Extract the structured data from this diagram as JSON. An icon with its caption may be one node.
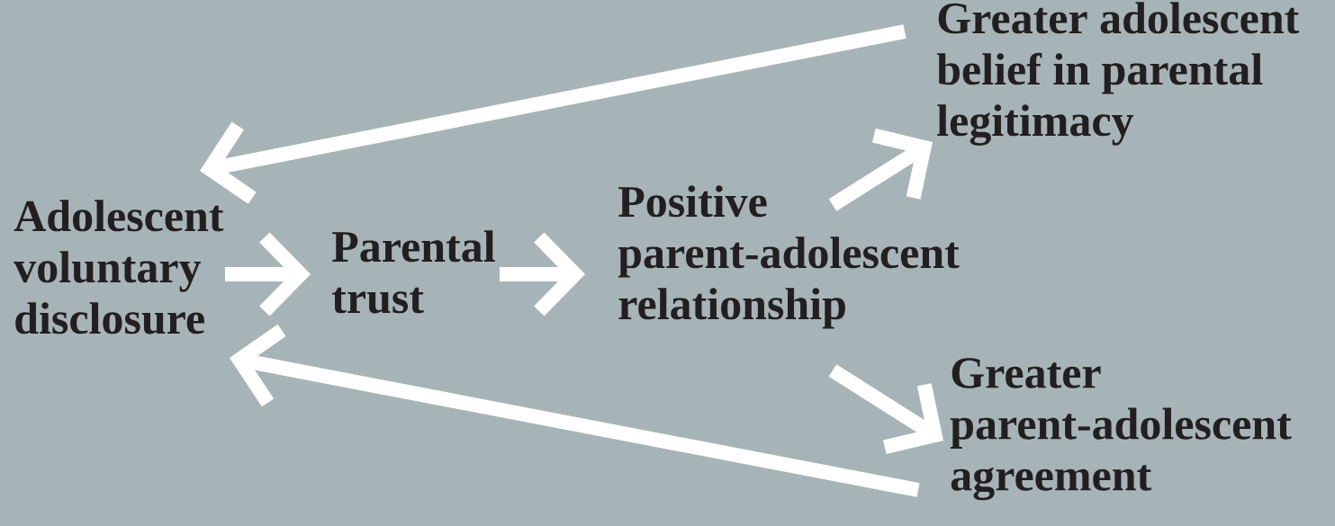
{
  "diagram": {
    "nodes": [
      {
        "text": [
          "Adolescent voluntary disclosure"
        ]
      },
      {
        "text": [
          "Parental trust"
        ]
      },
      {
        "text": [
          "Positive parent-adolescent relationship"
        ]
      },
      {
        "text": [
          "Greater adolescent belief in parental legitimacy"
        ]
      },
      {
        "text": [
          "Greater parent-adolescent agreement"
        ]
      }
    ],
    "edges": [
      {
        "from": 0,
        "to": 1,
        "arrow": "to"
      },
      {
        "from": 1,
        "to": 2,
        "arrow": "to"
      },
      {
        "from": 2,
        "to": 3,
        "arrow": "to"
      },
      {
        "from": 2,
        "to": 4,
        "arrow": "to"
      },
      {
        "from": 3,
        "to": 0,
        "arrow": "to"
      },
      {
        "from": 4,
        "to": 0,
        "arrow": "to"
      }
    ]
  }
}
